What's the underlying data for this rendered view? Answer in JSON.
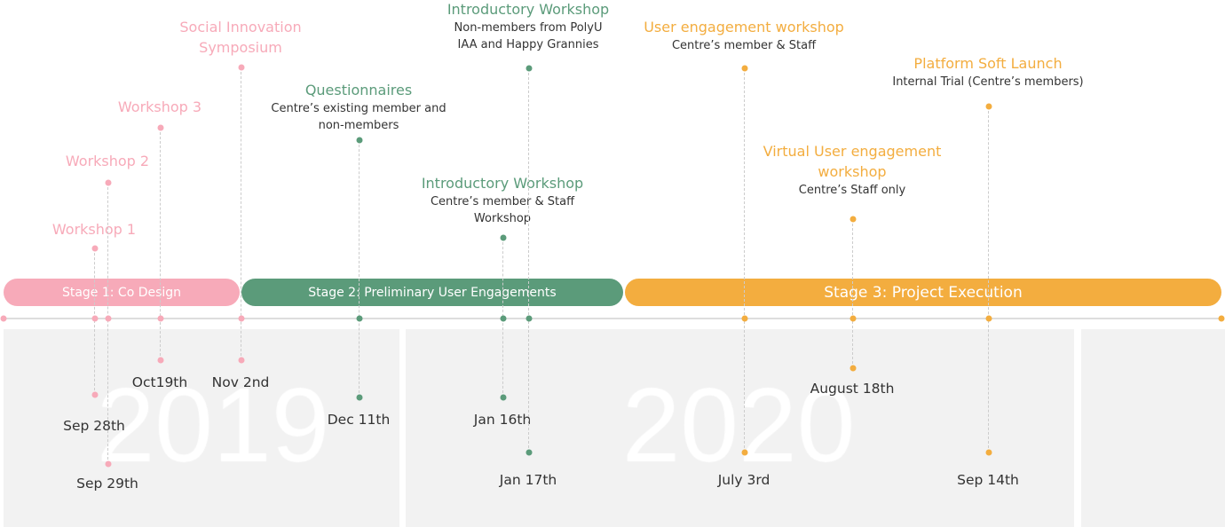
{
  "colors": {
    "stage1": "#f7aab9",
    "stage2": "#5b9b7a",
    "stage3": "#f3ad3f",
    "panel": "#f2f2f2"
  },
  "years": [
    "2019",
    "2020"
  ],
  "stages": [
    {
      "label": "Stage 1: Co Design",
      "color": "#f7aab9"
    },
    {
      "label": "Stage 2:  Preliminary User Engagements",
      "color": "#5b9b7a"
    },
    {
      "label": "Stage 3: Project Execution",
      "color": "#f3ad3f"
    }
  ],
  "events": [
    {
      "title": "Workshop 1",
      "subtitle": [],
      "date": "Sep 28th",
      "stage": 1
    },
    {
      "title": "Workshop 2",
      "subtitle": [],
      "date": "Sep 29th",
      "stage": 1
    },
    {
      "title": "Workshop 3",
      "subtitle": [],
      "date": "Oct19th",
      "stage": 1
    },
    {
      "title": "Social Innovation\nSymposium",
      "subtitle": [],
      "date": "Nov 2nd",
      "stage": 1
    },
    {
      "title": "Questionnaires",
      "subtitle": [
        "Centre’s existing member and",
        "non-members"
      ],
      "date": "Dec 11th",
      "stage": 2
    },
    {
      "title": "Introductory Workshop",
      "subtitle": [
        "Centre’s member & Staff",
        "Workshop"
      ],
      "date": "Jan 16th",
      "stage": 2
    },
    {
      "title": "Introductory Workshop",
      "subtitle": [
        "Non-members from PolyU",
        "IAA and Happy Grannies"
      ],
      "date": "Jan 17th",
      "stage": 2
    },
    {
      "title": "User engagement workshop",
      "subtitle": [
        "Centre’s member & Staff"
      ],
      "date": "July 3rd",
      "stage": 3
    },
    {
      "title": "Virtual User engagement\nworkshop",
      "subtitle": [
        "Centre’s Staff only"
      ],
      "date": "August 18th",
      "stage": 3
    },
    {
      "title": "Platform Soft Launch",
      "subtitle": [
        "Internal Trial (Centre’s members)"
      ],
      "date": "Sep 14th",
      "stage": 3
    }
  ]
}
